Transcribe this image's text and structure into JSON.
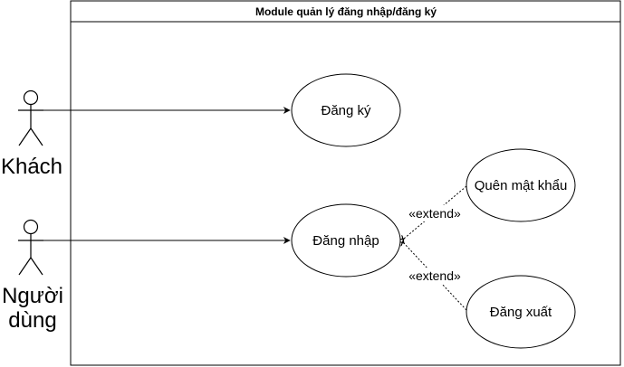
{
  "system": {
    "title": "Module quản lý đăng nhập/đăng ký"
  },
  "actors": {
    "guest": {
      "label": "Khách"
    },
    "user": {
      "label_line1": "Người",
      "label_line2": "dùng"
    }
  },
  "use_cases": {
    "register": "Đăng ký",
    "login": "Đăng nhập",
    "forgot_password": "Quên mật khẩu",
    "logout": "Đăng xuất"
  },
  "relations": {
    "extend_forgot": "«extend»",
    "extend_logout": "«extend»"
  }
}
